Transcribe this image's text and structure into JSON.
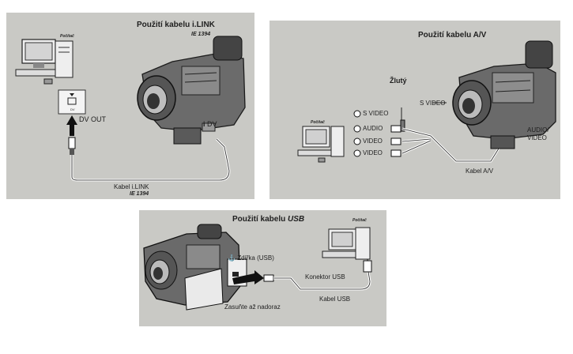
{
  "ilink": {
    "title": "Použití kabelu i.LINK",
    "ie_top": "IE 1394",
    "computer": "Počítač",
    "dv_out": "DV OUT",
    "dv": "DV",
    "cable": "Kabel i.LINK",
    "ie_bottom": "IE 1394"
  },
  "av": {
    "title": "Použití kabelu A/V",
    "yellow": "Žlutý",
    "s_video_left": "S VIDEO",
    "s_video_right": "S VIDEO",
    "audio": "AUDIO",
    "video1": "VIDEO",
    "video2": "VIDEO",
    "computer": "Počítač",
    "audio_video_1": "AUDIO/",
    "audio_video_2": "VIDEO",
    "cable": "Kabel A/V"
  },
  "usb": {
    "title": "Použití kabelu",
    "usb_word": "USB",
    "computer": "Počítač",
    "socket": "Zdířka (USB)",
    "connector": "Konektor USB",
    "cable": "Kabel USB",
    "insert": "Zasuňte až nadoraz"
  }
}
